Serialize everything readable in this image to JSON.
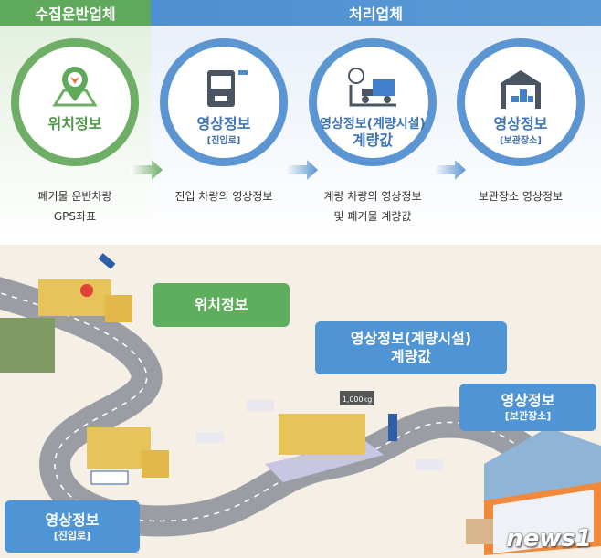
{
  "header": {
    "left": "수집운반업체",
    "right": "처리업체"
  },
  "colors": {
    "green": "#6fae66",
    "blue": "#5b95d2",
    "header_green": "#5fa95a",
    "header_blue": "#4d8fd0",
    "bottom_bg": "#f6efe6"
  },
  "steps": [
    {
      "icon": "map-pin-icon",
      "title": "위치정보",
      "sub": "",
      "caption": [
        "폐기물 운반차량",
        "GPS좌표"
      ]
    },
    {
      "icon": "truck-cctv-icon",
      "title": "영상정보",
      "sub": "[진입로]",
      "caption": [
        "진입 차량의 영상정보"
      ]
    },
    {
      "icon": "scale-truck-icon",
      "title": "영상정보(계량시설)",
      "sub": "계량값",
      "caption": [
        "계량 차량의 영상정보",
        "및 폐기물 계량값"
      ]
    },
    {
      "icon": "warehouse-icon",
      "title": "영상정보",
      "sub": "[보관장소]",
      "caption": [
        "보관장소 영상정보"
      ]
    }
  ],
  "scene": {
    "bubbles": [
      {
        "main": "위치정보",
        "sub": ""
      },
      {
        "main": "영상정보(계량시설)",
        "sub": "계량값"
      },
      {
        "main": "영상정보",
        "sub": "[보관장소]"
      },
      {
        "main": "영상정보",
        "sub": "[진입로]"
      }
    ],
    "scale_display": "1,000kg",
    "watermark": "news1"
  }
}
